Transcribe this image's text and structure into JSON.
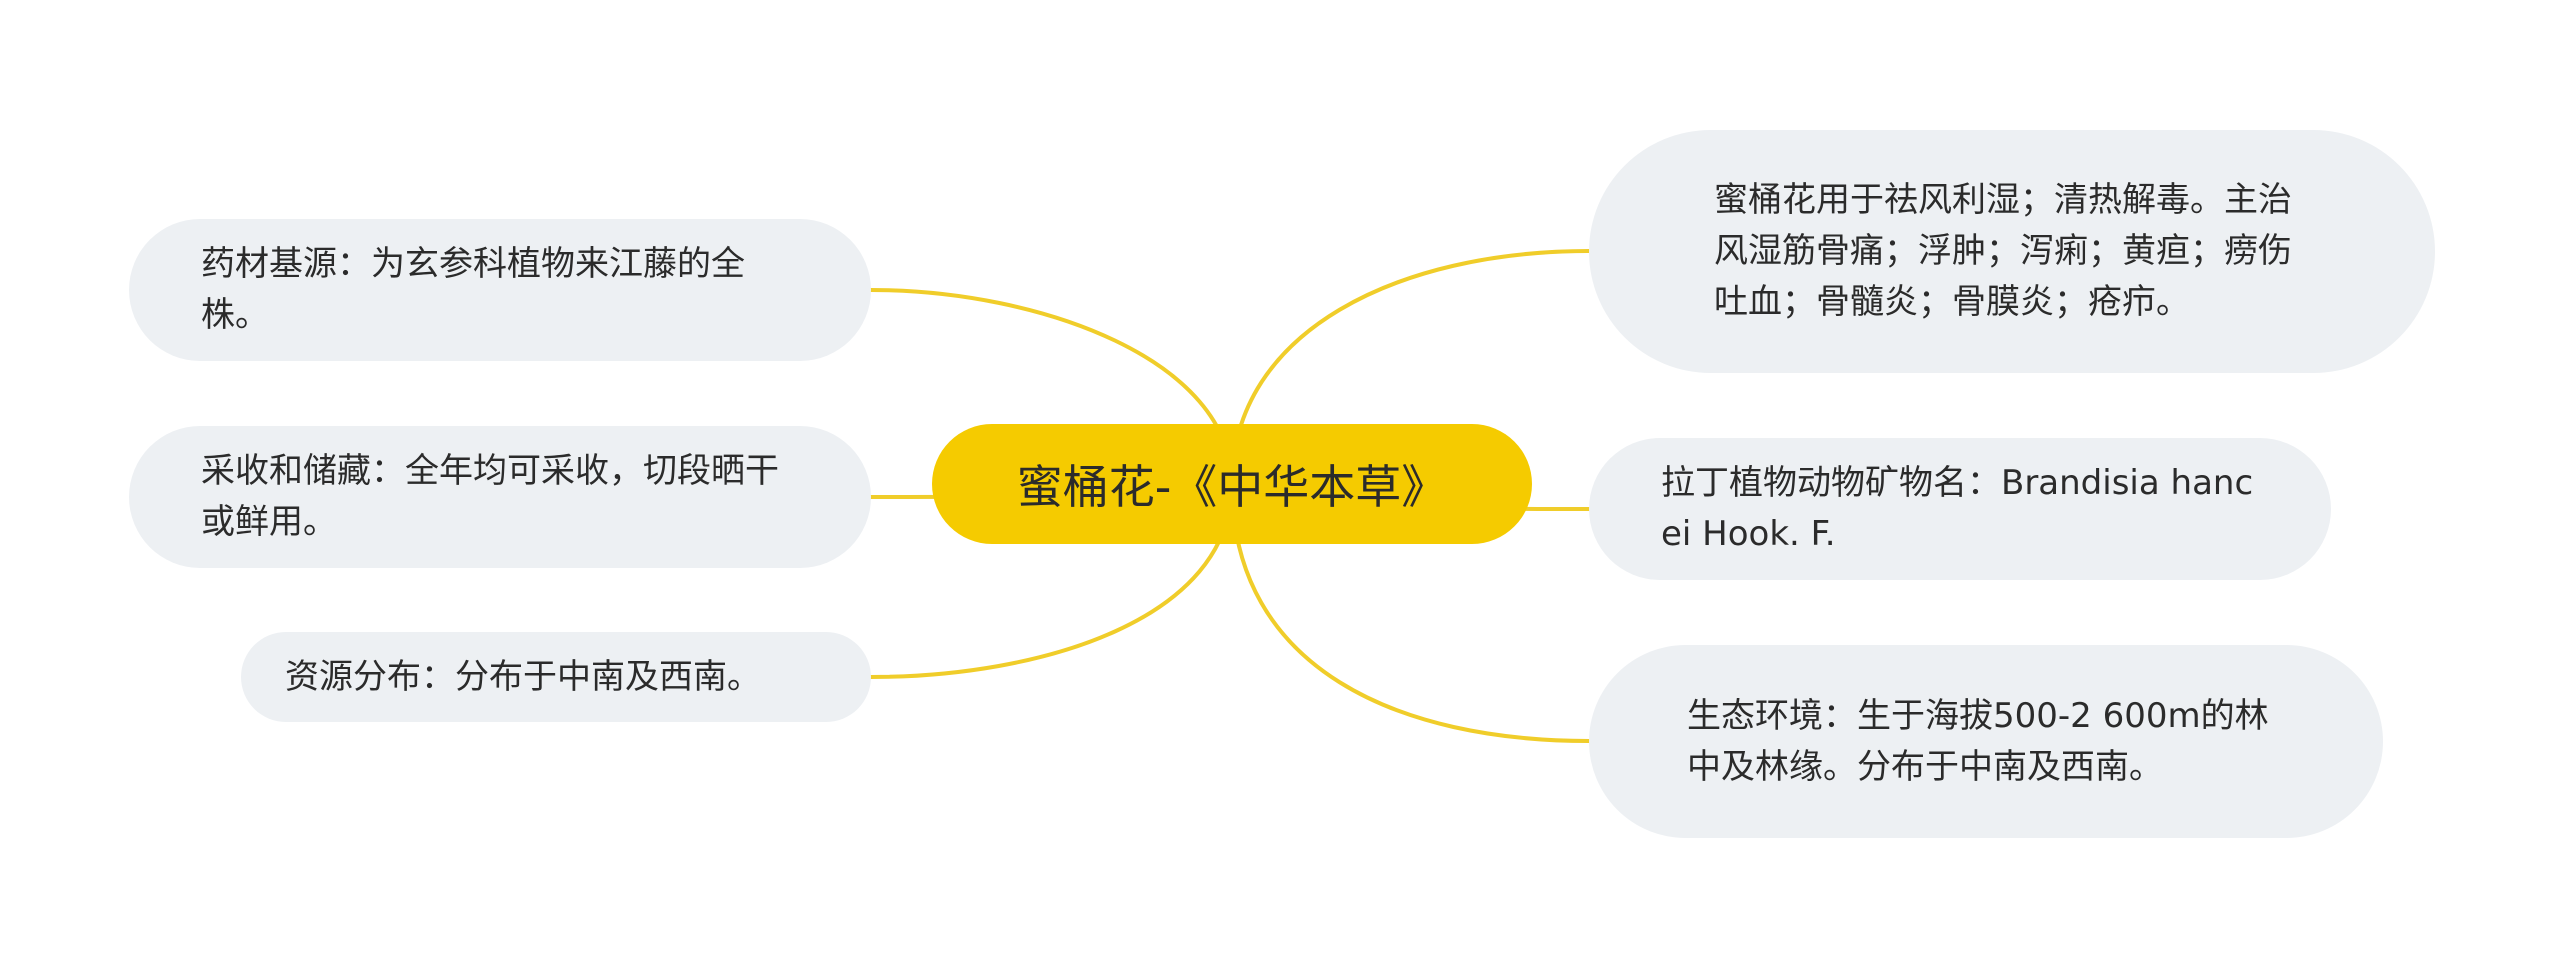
{
  "colors": {
    "center_fill": "#f5cb00",
    "branch_line": "#f0cd2a",
    "node_fill": "#edf0f3",
    "text": "#2b2b2b"
  },
  "center": {
    "label": "蜜桶花-《中华本草》"
  },
  "left_nodes": [
    {
      "text": "药材基源：为玄参科植物来江藤的全株。"
    },
    {
      "text": "采收和储藏：全年均可采收，切段晒干或鲜用。"
    },
    {
      "text": "资源分布：分布于中南及西南。"
    }
  ],
  "right_nodes": [
    {
      "text": "蜜桶花用于祛风利湿；清热解毒。主治风湿筋骨痛；浮肿；泻痢；黄疸；痨伤吐血；骨髓炎；骨膜炎；疮疖。"
    },
    {
      "text": "拉丁植物动物矿物名：Brandisia hancei Hook. F."
    },
    {
      "text": "生态环境：生于海拔500-2 600m的林中及林缘。分布于中南及西南。"
    }
  ]
}
